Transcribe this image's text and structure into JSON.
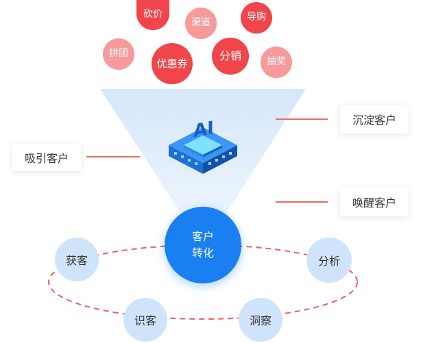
{
  "marketing_methods": [
    {
      "label": "砍价",
      "style": "red"
    },
    {
      "label": "渠道",
      "style": "pink"
    },
    {
      "label": "导购",
      "style": "red"
    },
    {
      "label": "拼团",
      "style": "pink"
    },
    {
      "label": "优惠券",
      "style": "red"
    },
    {
      "label": "分销",
      "style": "red"
    },
    {
      "label": "抽奖",
      "style": "pink"
    }
  ],
  "side_labels": {
    "acquire": "吸引客户",
    "retain": "沉淀客户",
    "wake": "唤醒客户"
  },
  "ai_chip": {
    "text": "AI"
  },
  "center": {
    "line1": "客户",
    "line2": "转化"
  },
  "cycle": {
    "acquire": "获客",
    "identify": "识客",
    "insight": "洞察",
    "analyze": "分析"
  },
  "colors": {
    "red": "#f0454a",
    "pink": "#f69b9a",
    "funnel": "#dcebfb",
    "connector": "#f06a58",
    "center_blue": "#1a7ff0",
    "cycle_blue": "#cfe4fb"
  }
}
